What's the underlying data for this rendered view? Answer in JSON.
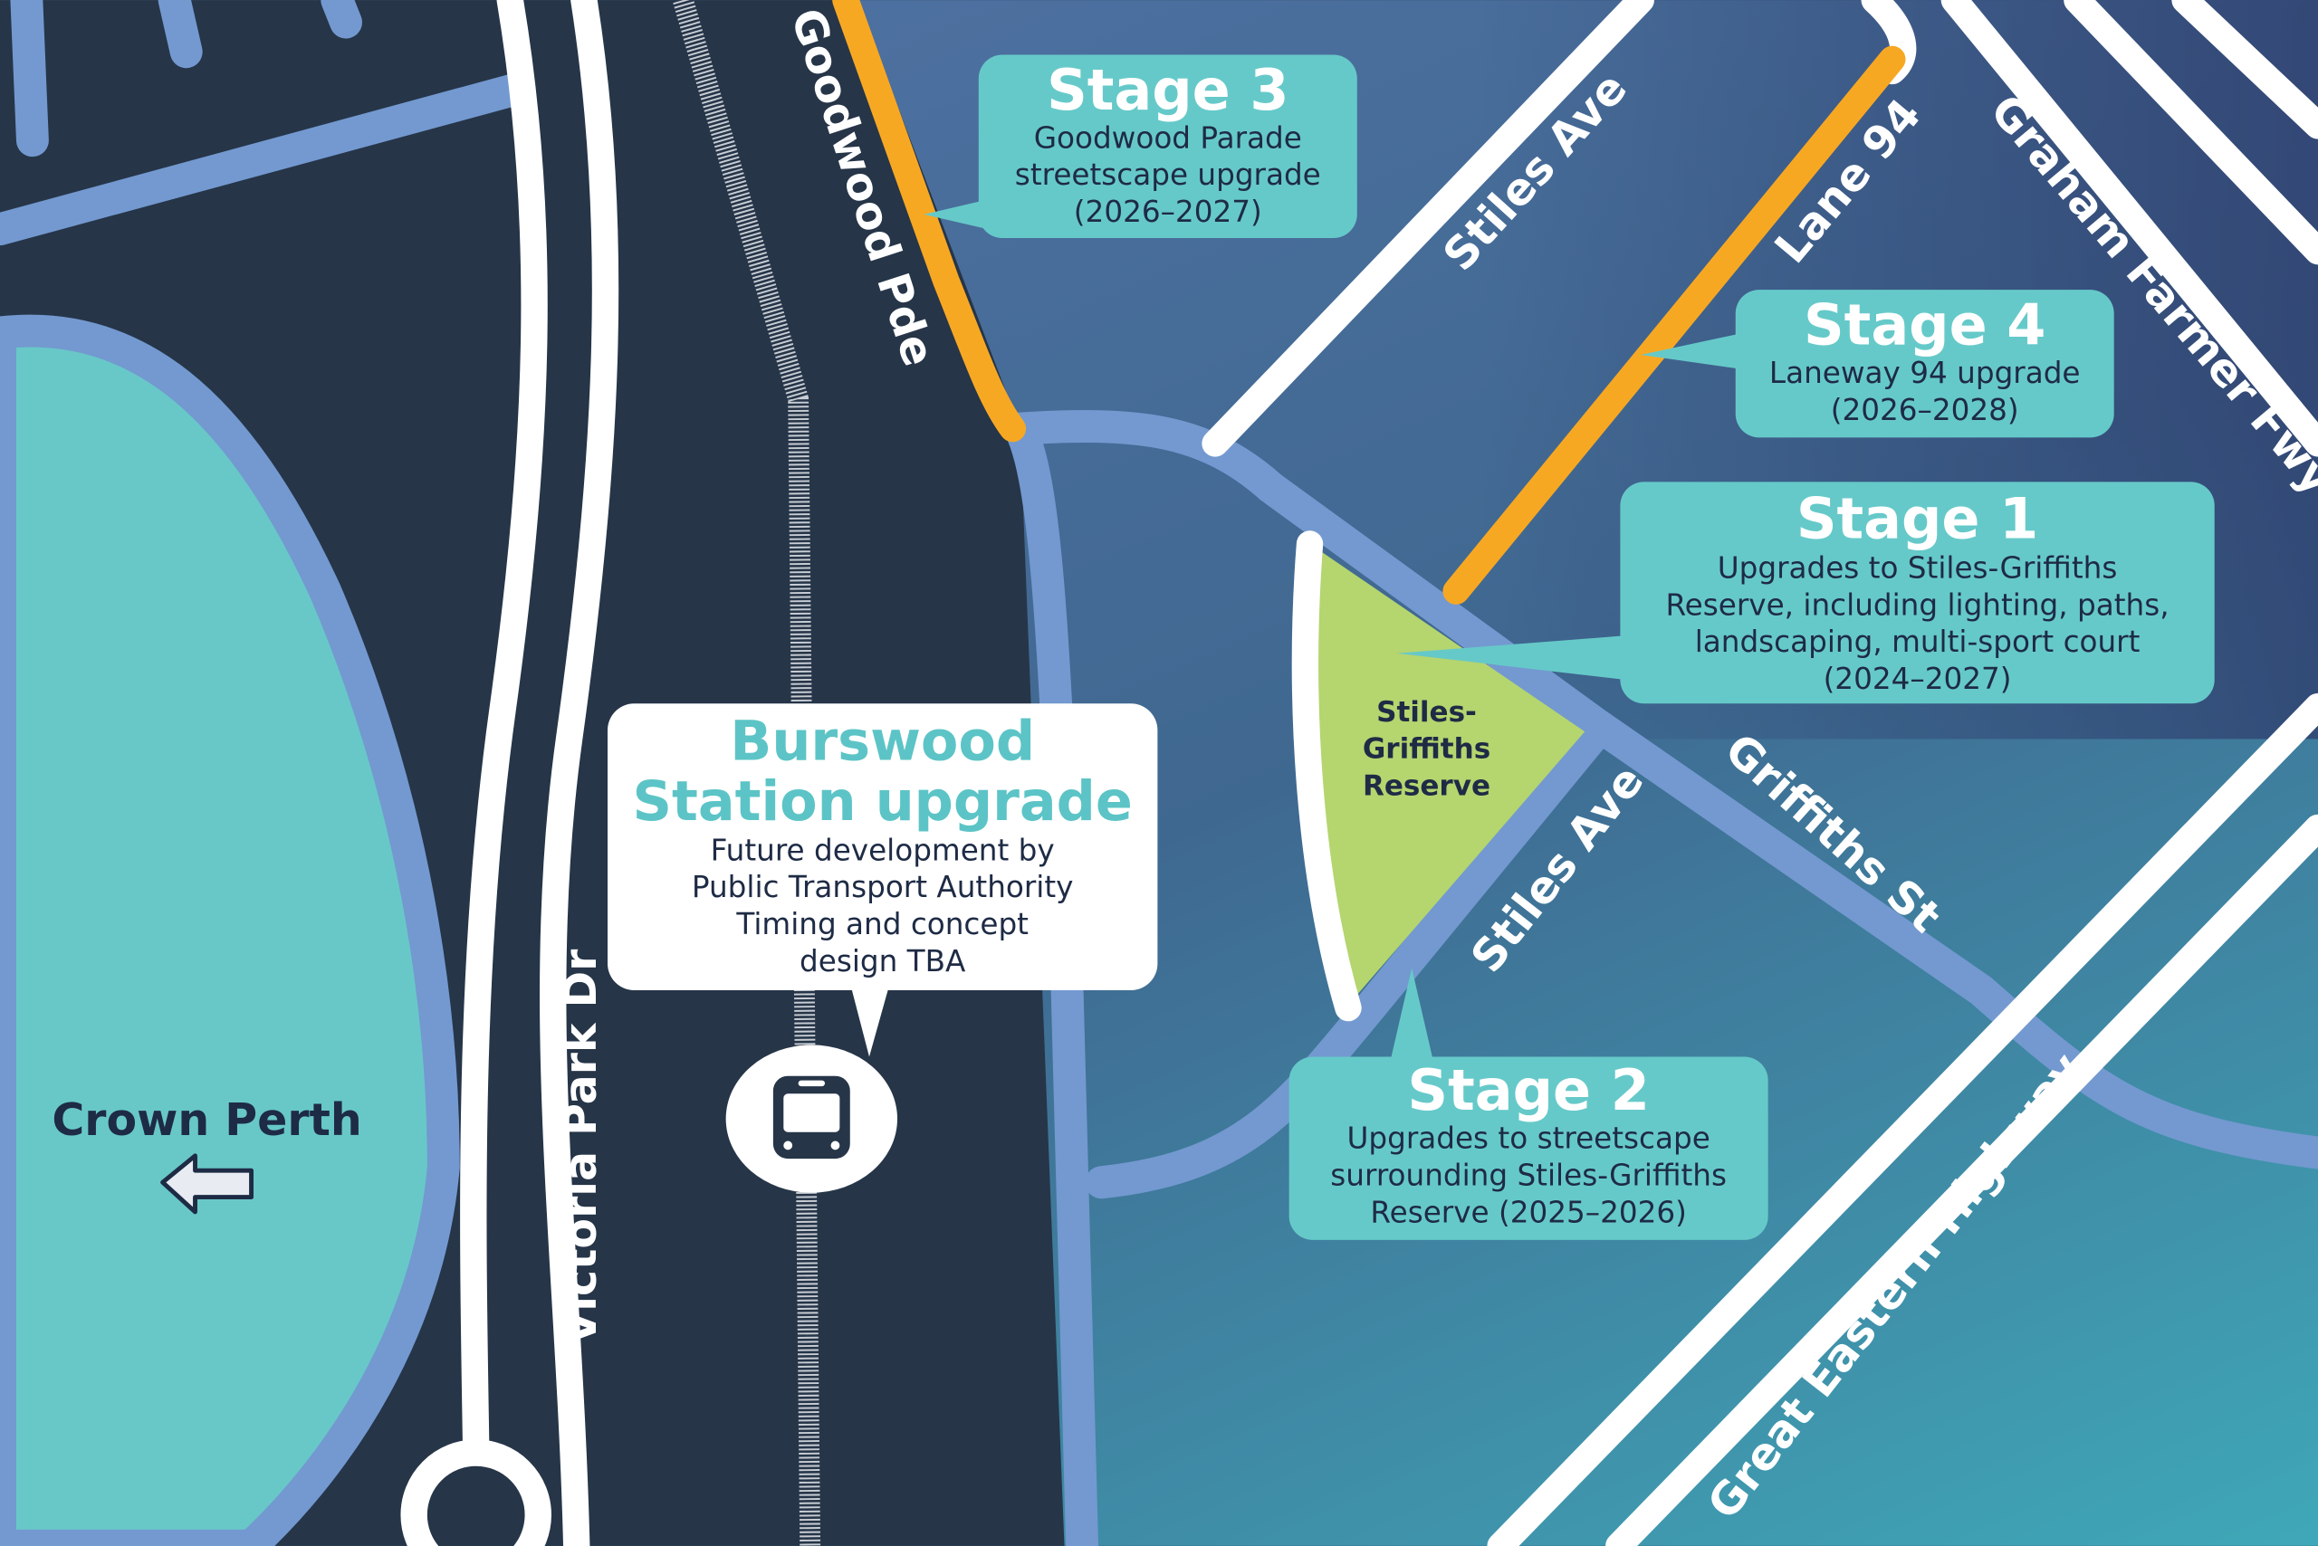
{
  "colors": {
    "dark": "#263548",
    "park": "#68c8c8",
    "road_blue": "#7399d0",
    "stage_orange": "#f7a823",
    "reserve_green": "#b5d56f",
    "callout": "#66c9c9",
    "text_dark": "#1e2b45"
  },
  "streets": {
    "goodwood": "Goodwood Pde",
    "stiles_upper": "Stiles Ave",
    "stiles_lower": "Stiles Ave",
    "lane94": "Lane 94",
    "graham": "Graham Farmer Fwy",
    "griffiths": "Griffiths St",
    "great_eastern": "Great Eastern Highway",
    "victoria_park": "Victoria Park Dr"
  },
  "places": {
    "crown": "Crown Perth",
    "reserve": [
      "Stiles-",
      "Griffiths",
      "Reserve"
    ]
  },
  "stages": {
    "stage3": {
      "title": "Stage 3",
      "lines": [
        "Goodwood Parade",
        "streetscape upgrade",
        "(2026–2027)"
      ]
    },
    "stage4": {
      "title": "Stage 4",
      "lines": [
        "Laneway 94 upgrade",
        "(2026–2028)"
      ]
    },
    "stage1": {
      "title": "Stage 1",
      "lines": [
        "Upgrades to Stiles-Griffiths",
        "Reserve, including lighting, paths,",
        "landscaping, multi-sport court",
        "(2024–2027)"
      ]
    },
    "stage2": {
      "title": "Stage 2",
      "lines": [
        "Upgrades to streetscape",
        "surrounding Stiles-Griffiths",
        "Reserve (2025–2026)"
      ]
    }
  },
  "station": {
    "title": [
      "Burswood",
      "Station upgrade"
    ],
    "lines": [
      "Future development by",
      "Public Transport Authority",
      "Timing and concept",
      "design TBA"
    ],
    "icon": "train-icon"
  }
}
